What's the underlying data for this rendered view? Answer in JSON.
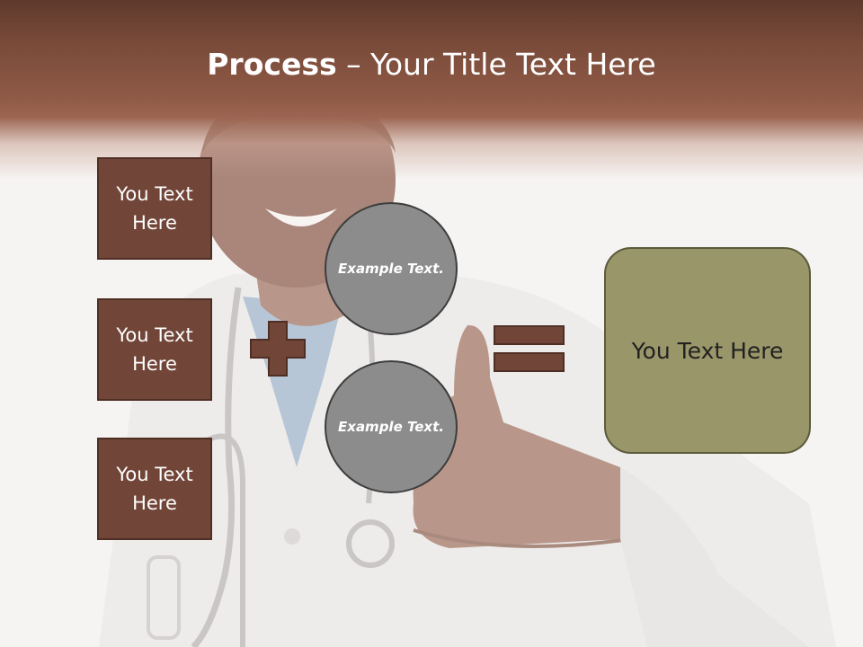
{
  "title": {
    "bold_part": "Process",
    "rest": " – Your Title Text Here"
  },
  "left_boxes": [
    {
      "label": "You Text Here"
    },
    {
      "label": "You Text Here"
    },
    {
      "label": "You Text Here"
    }
  ],
  "circles": [
    {
      "label": "Example Text."
    },
    {
      "label": "Example Text."
    }
  ],
  "result": {
    "label": "You Text Here"
  },
  "colors": {
    "title_band": "#7a4b3a",
    "left_box_fill": "#714638",
    "circle_fill": "#8c8c8c",
    "result_fill": "#999669",
    "operator_fill": "#714638"
  },
  "icons": {
    "background": "doctor-photo",
    "operator_1": "plus-icon",
    "operator_2": "equals-icon"
  }
}
